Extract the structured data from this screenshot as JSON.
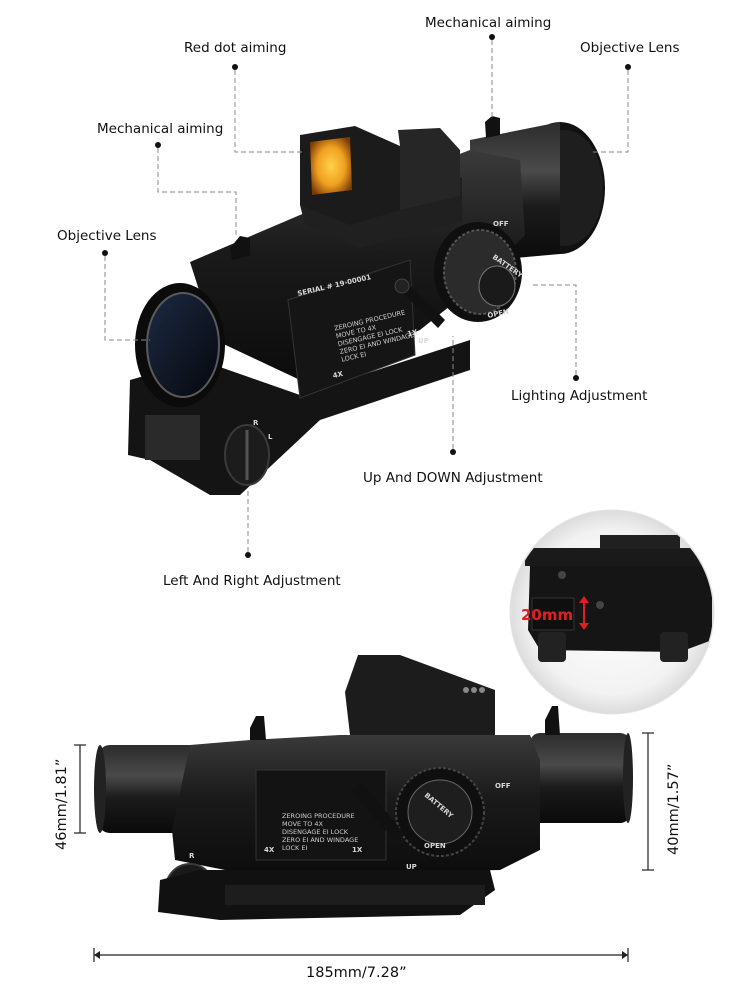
{
  "callouts": {
    "mechanical_top": "Mechanical aiming",
    "red_dot": "Red dot aiming",
    "objective_right": "Objective Lens",
    "mechanical_left": "Mechanical aiming",
    "objective_left": "Objective Lens",
    "lighting": "Lighting Adjustment",
    "up_down": "Up And DOWN Adjustment",
    "left_right": "Left And Right Adjustment"
  },
  "inset": {
    "measure": "20mm"
  },
  "dimensions": {
    "height_left": "46mm/1.81”",
    "height_right": "40mm/1.57”",
    "length": "185mm/7.28”"
  },
  "engraving": {
    "serial": "SERIAL # 19-00001",
    "line1": "ZEROING PROCEDURE",
    "line2": "MOVE TO 4X",
    "line3": "DISENGAGE EI LOCK",
    "line4": "ZERO EI AND WINDAGE",
    "line5": "LOCK EI",
    "mag_low": "1X",
    "mag_high": "4X",
    "up": "UP",
    "off": "OFF",
    "battery": "BATTERY",
    "open": "OPEN",
    "knob_r": "R",
    "knob_l": "L"
  },
  "colors": {
    "body": "#1a1a1a",
    "red_lens": "#f0a020",
    "dimension_arrow": "#e02020"
  }
}
